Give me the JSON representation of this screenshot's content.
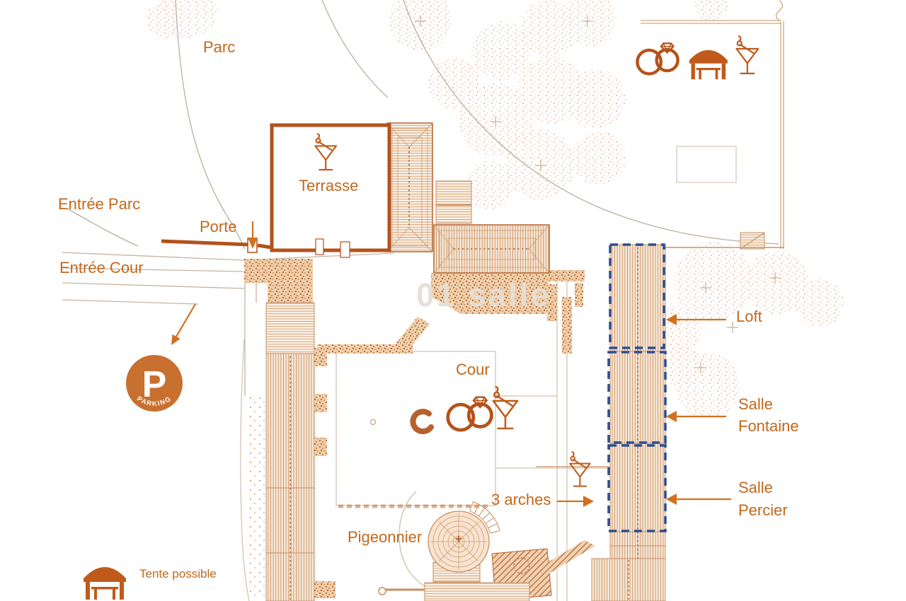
{
  "map": {
    "areas": {
      "parc": "Parc",
      "terrasse": "Terrasse",
      "cour": "Cour",
      "pigeonnier": "Pigeonnier"
    },
    "entrances": {
      "entree_parc": "Entrée Parc",
      "porte": "Porte",
      "entree_cour": "Entrée Cour"
    },
    "rooms": {
      "loft": "Loft",
      "salle_fontaine": {
        "line1": "Salle",
        "line2": "Fontaine"
      },
      "salle_percier": {
        "line1": "Salle",
        "line2": "Percier"
      }
    },
    "annotations": {
      "arches": "3 arches"
    },
    "parking": {
      "letter": "P",
      "ring_text": "PARKING"
    },
    "legend": {
      "tente": "Tente possible"
    },
    "watermark": "01 salle",
    "icons": {
      "header": [
        "wedding-rings-icon",
        "tent-pavilion-icon",
        "cocktail-icon"
      ],
      "terrasse": [
        "cocktail-icon"
      ],
      "cour": [
        "wedding-rings-icon",
        "cocktail-icon"
      ],
      "arches": [
        "cocktail-icon"
      ],
      "legend": [
        "tent-pavilion-icon"
      ],
      "parking": [
        "parking-badge"
      ]
    },
    "colors": {
      "label_orange": "#c2681c",
      "wall_orange": "#b4511a",
      "icon_orange": "#bf5a1a",
      "dashed_blue": "#2e4d8f",
      "stipple_orange": "#b5622e",
      "roof_line": "#cf9d6e",
      "path_gray": "#bcae9e",
      "parking_fill": "#c8702f"
    }
  }
}
